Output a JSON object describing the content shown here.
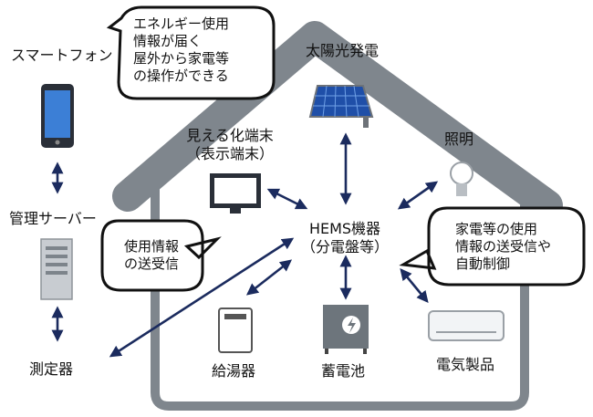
{
  "nodes": {
    "smartphone": "スマートフォン",
    "server": "管理サーバー",
    "meter": "測定器",
    "solar": "太陽光発電",
    "display": "見える化端末\n（表示端末）",
    "lighting": "照明",
    "hems": "HEMS機器\n（分電盤等）",
    "water_heater": "給湯器",
    "battery": "蓄電池",
    "appliances": "電気製品"
  },
  "bubbles": {
    "top": "エネルギー使用\n情報が届く\n屋外から家電等\nの操作ができる",
    "left": "使用情報\nの送受信",
    "right": "家電等の使用\n情報の送受信や\n自動制御"
  },
  "colors": {
    "arrow": "#1b2b5e",
    "house": "#646b72",
    "house_fill": "#7f868d"
  }
}
